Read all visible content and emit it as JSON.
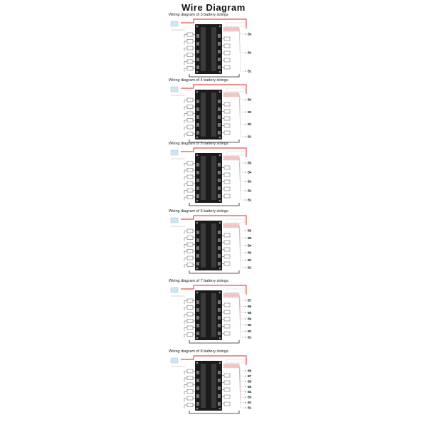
{
  "title": "Wire Diagram",
  "colors": {
    "board": "#1b1b1b",
    "positive_wire": "#e02020",
    "negative_wire": "#222222",
    "balance_wire": "#e8a8a8",
    "port_box": "#cfe6f5"
  },
  "panels": [
    {
      "label": "Wiring diagram of 3 battery strings",
      "strings": 3,
      "terminals": [
        "B3",
        "B2",
        "B1"
      ]
    },
    {
      "label": "Wiring diagram of 4 battery strings",
      "strings": 4,
      "terminals": [
        "B4",
        "B3",
        "B2",
        "B1"
      ]
    },
    {
      "label": "Wiring diagram of 5 battery strings",
      "strings": 5,
      "terminals": [
        "B5",
        "B4",
        "B3",
        "B2",
        "B1"
      ]
    },
    {
      "label": "Wiring diagram of 6 battery strings",
      "strings": 6,
      "terminals": [
        "B6",
        "B5",
        "B4",
        "B3",
        "B2",
        "B1"
      ]
    },
    {
      "label": "Wiring diagram of 7 battery strings",
      "strings": 7,
      "terminals": [
        "B7",
        "B6",
        "B5",
        "B4",
        "B3",
        "B2",
        "B1"
      ]
    },
    {
      "label": "Wiring diagram of 8 battery strings",
      "strings": 8,
      "terminals": [
        "B8",
        "B7",
        "B6",
        "B5",
        "B4",
        "B3",
        "B2",
        "B1"
      ]
    }
  ]
}
